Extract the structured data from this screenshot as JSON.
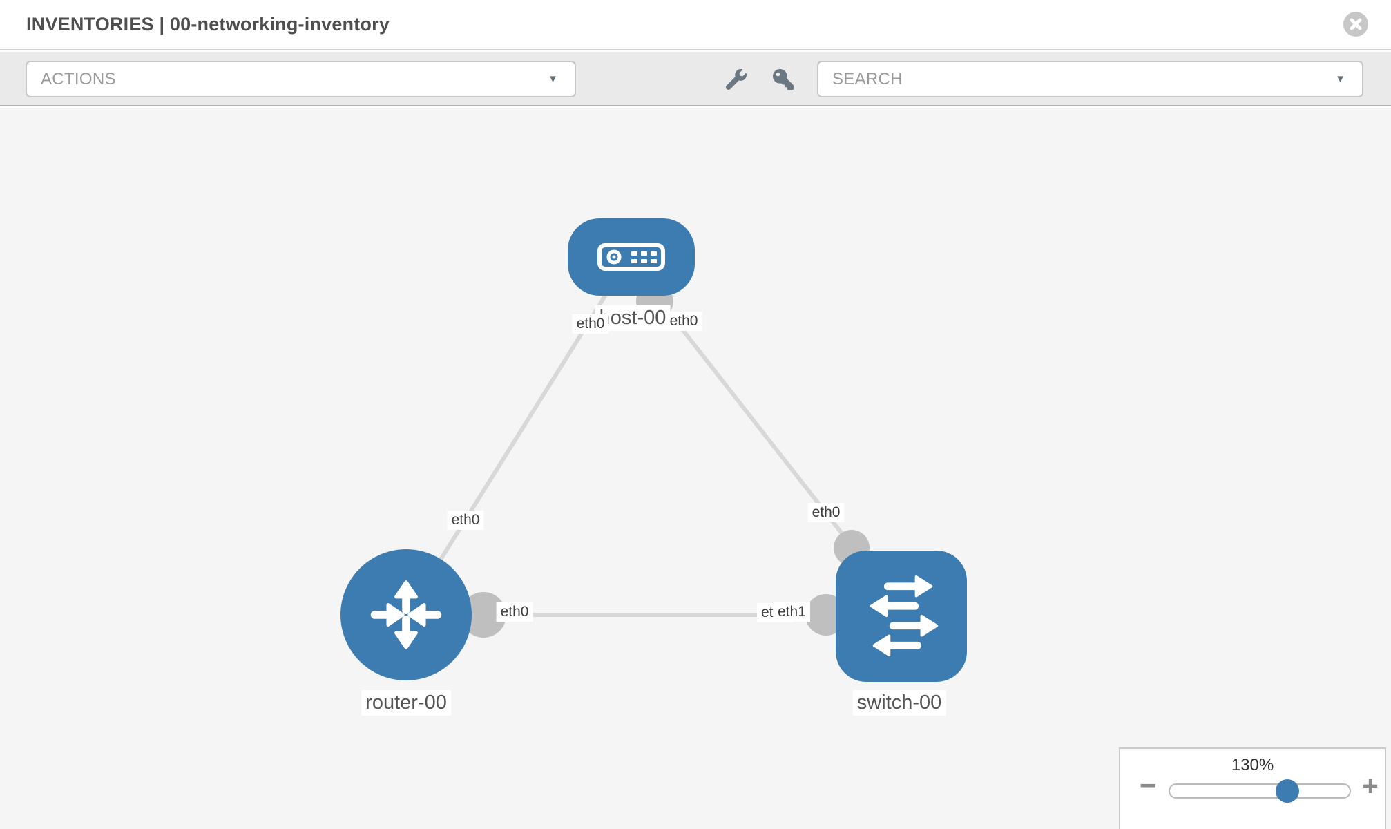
{
  "header": {
    "title": "INVENTORIES | 00-networking-inventory"
  },
  "toolbar": {
    "actions_label": "ACTIONS",
    "search_label": "SEARCH",
    "caret": "▼"
  },
  "diagram": {
    "nodes": [
      {
        "id": "host-00",
        "label": "host-00",
        "type": "host",
        "shape": "rounded-rect"
      },
      {
        "id": "router-00",
        "label": "router-00",
        "type": "router",
        "shape": "circle"
      },
      {
        "id": "switch-00",
        "label": "switch-00",
        "type": "switch",
        "shape": "rounded-square"
      }
    ],
    "links": [
      {
        "from": "host-00",
        "to": "router-00",
        "from_interface": "eth0",
        "to_interface": "eth0"
      },
      {
        "from": "host-00",
        "to": "switch-00",
        "from_interface": "eth0",
        "to_interface": "eth0"
      },
      {
        "from": "router-00",
        "to": "switch-00",
        "from_interface": "eth0",
        "to_interface": "eth1"
      }
    ],
    "interfaces": {
      "host_left": "eth0",
      "host_right": "eth0",
      "router_top": "eth0",
      "router_right": "eth0",
      "switch_top": "eth0",
      "switch_left_back": "eth0",
      "switch_left_front": "eth1"
    }
  },
  "zoom_control": {
    "level": "130%",
    "minus_label": "−",
    "plus_label": "+"
  },
  "colors": {
    "node_blue": "#3d7cb1",
    "link_gray": "#d8d8d8",
    "port_gray": "#bfbfbf",
    "canvas_bg": "#f5f5f5",
    "toolbar_bg": "#eaeaea",
    "title_text": "#4e4e4e",
    "icon_gray": "#6b7881"
  }
}
